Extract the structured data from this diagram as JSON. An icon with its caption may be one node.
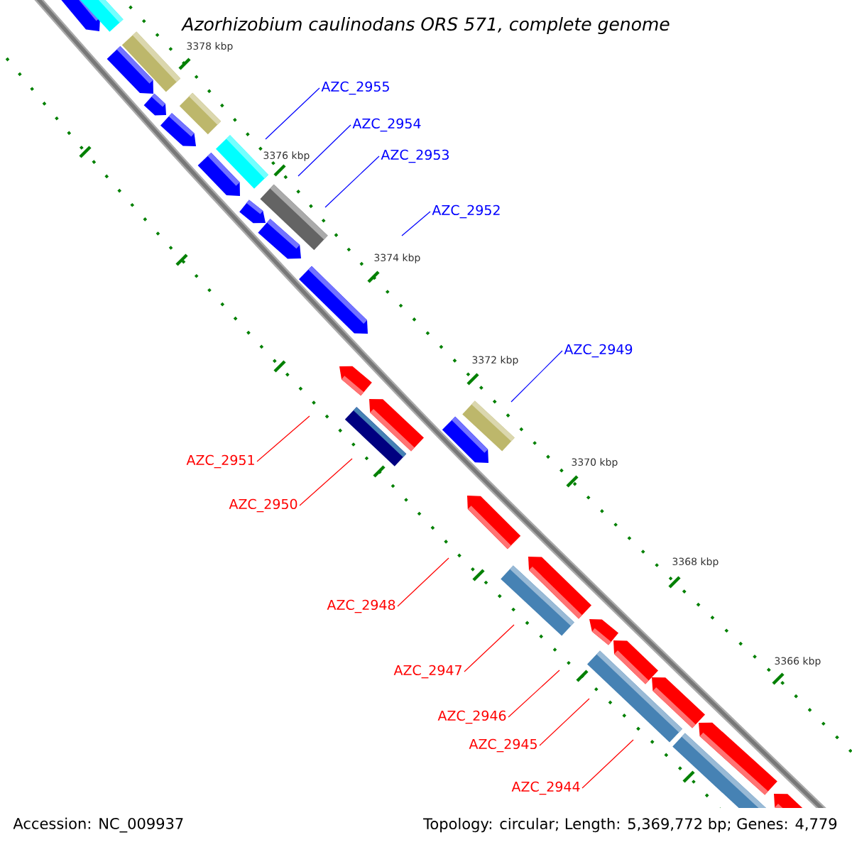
{
  "diagram": {
    "title": "Azorhizobium caulinodans ORS 571, complete genome",
    "nodes": [
      {
        "text": [
          "AZC_2955"
        ]
      },
      {
        "text": [
          "AZC_2954"
        ]
      },
      {
        "text": [
          "AZC_2953"
        ]
      },
      {
        "text": [
          "AZC_2952"
        ]
      },
      {
        "text": [
          "AZC_2949"
        ]
      },
      {
        "text": [
          "AZC_2951"
        ]
      },
      {
        "text": [
          "AZC_2950"
        ]
      },
      {
        "text": [
          "AZC_2948"
        ]
      },
      {
        "text": [
          "AZC_2947"
        ]
      },
      {
        "text": [
          "AZC_2946"
        ]
      },
      {
        "text": [
          "AZC_2945"
        ]
      },
      {
        "text": [
          "AZC_2944"
        ]
      }
    ],
    "edges": [
      {
        "from": 0,
        "to": null,
        "arrow": "none",
        "color": "#0000ff"
      },
      {
        "from": 1,
        "to": null,
        "arrow": "none",
        "color": "#0000ff"
      },
      {
        "from": 2,
        "to": null,
        "arrow": "none",
        "color": "#0000ff"
      },
      {
        "from": 3,
        "to": null,
        "arrow": "none",
        "color": "#0000ff"
      },
      {
        "from": 4,
        "to": null,
        "arrow": "none",
        "color": "#0000ff"
      },
      {
        "from": 5,
        "to": null,
        "arrow": "none",
        "color": "#ff0000"
      },
      {
        "from": 6,
        "to": null,
        "arrow": "none",
        "color": "#ff0000"
      },
      {
        "from": 7,
        "to": null,
        "arrow": "none",
        "color": "#ff0000"
      },
      {
        "from": 8,
        "to": null,
        "arrow": "none",
        "color": "#ff0000"
      },
      {
        "from": 9,
        "to": null,
        "arrow": "none",
        "color": "#ff0000"
      },
      {
        "from": 10,
        "to": null,
        "arrow": "none",
        "color": "#ff0000"
      },
      {
        "from": 11,
        "to": null,
        "arrow": "none",
        "color": "#ff0000"
      }
    ],
    "labels": [
      "3378 kbp",
      "3376 kbp",
      "3374 kbp",
      "3372 kbp",
      "3370 kbp",
      "3368 kbp",
      "3366 kbp",
      "Accession: NC_009937",
      "Topology: circular; Length: 5,369,772 bp; Genes: 4,779"
    ]
  }
}
